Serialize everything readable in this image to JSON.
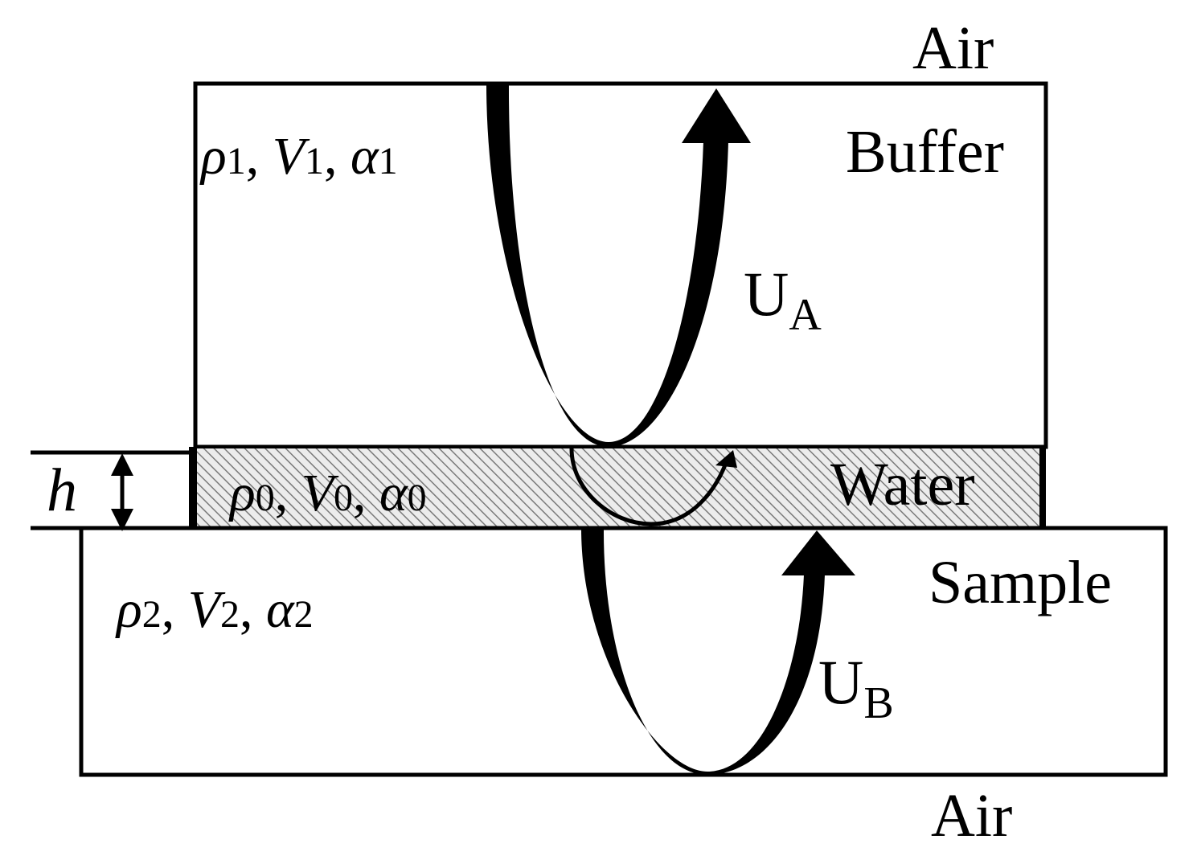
{
  "labels": {
    "air_top": "Air",
    "air_bottom": "Air",
    "buffer": "Buffer",
    "water": "Water",
    "sample": "Sample",
    "thickness": "h"
  },
  "buffer_params": {
    "rho": "ρ",
    "rho_sub": "1",
    "sep1": ", ",
    "v": "V",
    "v_sub": "1",
    "sep2": ", ",
    "alpha": "α",
    "alpha_sub": "1"
  },
  "water_params": {
    "rho": "ρ",
    "rho_sub": "0",
    "sep1": ", ",
    "v": "V",
    "v_sub": "0",
    "sep2": ", ",
    "alpha": "α",
    "alpha_sub": "0"
  },
  "sample_params": {
    "rho": "ρ",
    "rho_sub": "2",
    "sep1": ", ",
    "v": "V",
    "v_sub": "2",
    "sep2": ", ",
    "alpha": "α",
    "alpha_sub": "2"
  },
  "echo_a": {
    "base": "U",
    "sub": "A"
  },
  "echo_b": {
    "base": "U",
    "sub": "B"
  },
  "colors": {
    "line": "#000000",
    "background": "#ffffff",
    "hatch": "#8a8a8a",
    "water_fill": "#e8e8e8"
  }
}
